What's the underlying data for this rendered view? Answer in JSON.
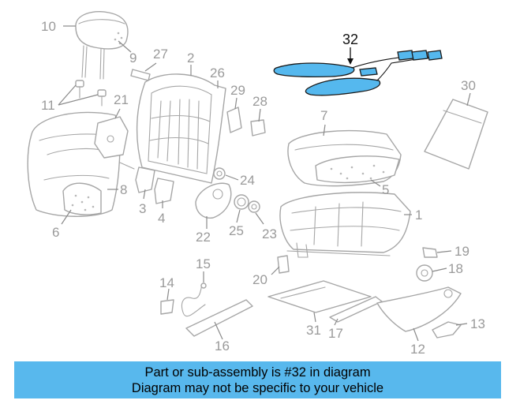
{
  "diagram": {
    "highlighted_part": "32",
    "callouts": [
      "10",
      "9",
      "27",
      "2",
      "26",
      "29",
      "28",
      "21",
      "11",
      "8",
      "6",
      "3",
      "4",
      "24",
      "22",
      "25",
      "23",
      "5",
      "7",
      "1",
      "30",
      "19",
      "18",
      "20",
      "15",
      "14",
      "16",
      "31",
      "17",
      "12",
      "13"
    ]
  },
  "banner": {
    "line1": "Part or sub-assembly is #32 in diagram",
    "line2": "Diagram may not be specific to your vehicle"
  },
  "colors": {
    "highlight": "#55b8ee",
    "banner": "#58b8ed",
    "line_art": "#a6a6a6"
  }
}
